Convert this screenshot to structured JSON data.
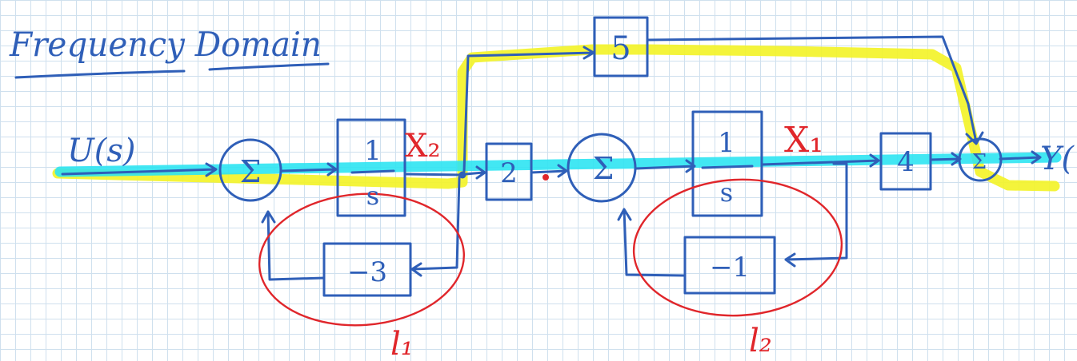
{
  "title": {
    "text": "Frequency Domain"
  },
  "signals": {
    "input": "U(s)",
    "output": "Y(",
    "state_x2": "X₂",
    "state_x1": "X₁"
  },
  "blocks": {
    "integrator1": {
      "numerator": "1",
      "denominator": "s"
    },
    "integrator2": {
      "numerator": "1",
      "denominator": "s"
    },
    "feedback1_gain": "−3",
    "feedback2_gain": "−1",
    "gain_2": "2",
    "gain_4": "4",
    "feedforward_gain": "5"
  },
  "summers": {
    "sum1": "Σ",
    "sum2": "Σ",
    "sum3": "Σ"
  },
  "loops": {
    "loop1": "l₁",
    "loop2": "l₂"
  },
  "colors": {
    "ink_blue": "#2f5fb8",
    "annotation_red": "#e0262b",
    "highlight_yellow": "#f3f32a",
    "highlight_cyan": "#2ee4f2",
    "grid": "#cfe0ee"
  }
}
